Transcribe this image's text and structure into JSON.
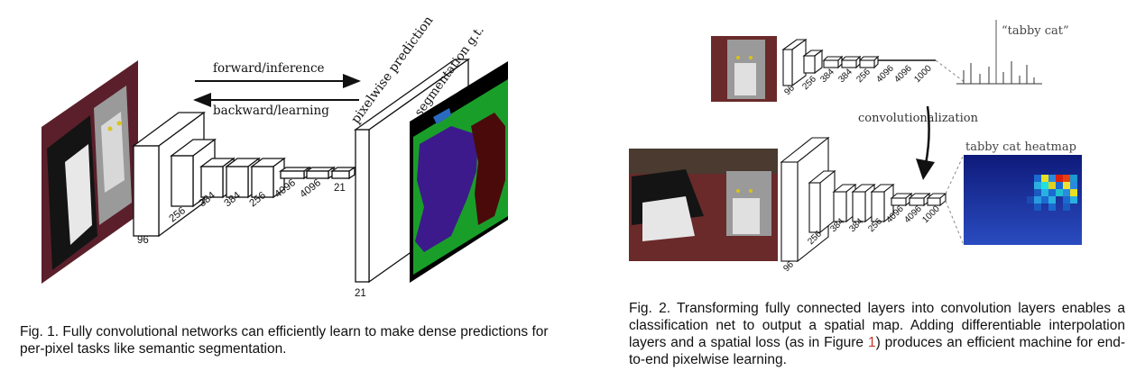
{
  "fig1": {
    "caption": "Fig. 1.  Fully convolutional networks can efficiently learn to make dense predictions for per-pixel tasks like semantic segmentation.",
    "forward_label": "forward/inference",
    "backward_label": "backward/learning",
    "pixelwise_label": "pixelwise prediction",
    "gt_label": "segmentation g.t.",
    "layer_labels": [
      "96",
      "256",
      "384",
      "384",
      "256",
      "4096",
      "4096",
      "21",
      "21"
    ]
  },
  "fig2": {
    "caption_prefix": "Fig. 2.  Transforming fully connected layers into convolution layers enables a classification net to output a spatial map. Adding differentiable interpolation layers and a spatial loss (as in Figure ",
    "caption_ref": "1",
    "caption_suffix": ") produces an efficient machine for end-to-end pixelwise learning.",
    "tabby_label": "“tabby cat”",
    "convolutionalization_label": "convolutionalization",
    "heatmap_label": "tabby cat heatmap",
    "top_layer_labels": [
      "96",
      "256",
      "384",
      "384",
      "256",
      "4096",
      "4096",
      "1000"
    ],
    "bottom_layer_labels": [
      "96",
      "256",
      "384",
      "384",
      "256",
      "4096",
      "4096",
      "1000"
    ]
  },
  "colors": {
    "seg_green": "#1a9e2a",
    "seg_purple": "#3d1a8c",
    "seg_maroon": "#4a0a0a",
    "heatmap_bg": "#1a2a8c"
  }
}
